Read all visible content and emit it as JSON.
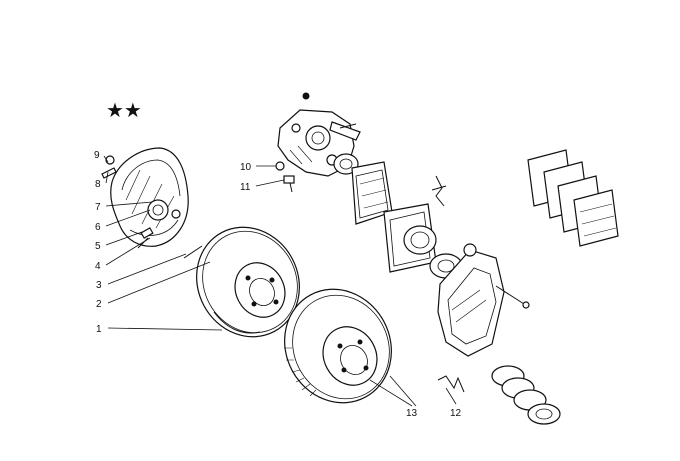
{
  "diagram": {
    "marker": "★★",
    "callouts": [
      {
        "id": "1",
        "label": "1"
      },
      {
        "id": "2",
        "label": "2"
      },
      {
        "id": "3",
        "label": "3"
      },
      {
        "id": "4",
        "label": "4"
      },
      {
        "id": "5",
        "label": "5"
      },
      {
        "id": "6",
        "label": "6"
      },
      {
        "id": "7",
        "label": "7"
      },
      {
        "id": "8",
        "label": "8"
      },
      {
        "id": "9",
        "label": "9"
      },
      {
        "id": "10",
        "label": "10"
      },
      {
        "id": "11",
        "label": "11"
      },
      {
        "id": "12",
        "label": "12"
      },
      {
        "id": "13",
        "label": "13"
      }
    ]
  }
}
